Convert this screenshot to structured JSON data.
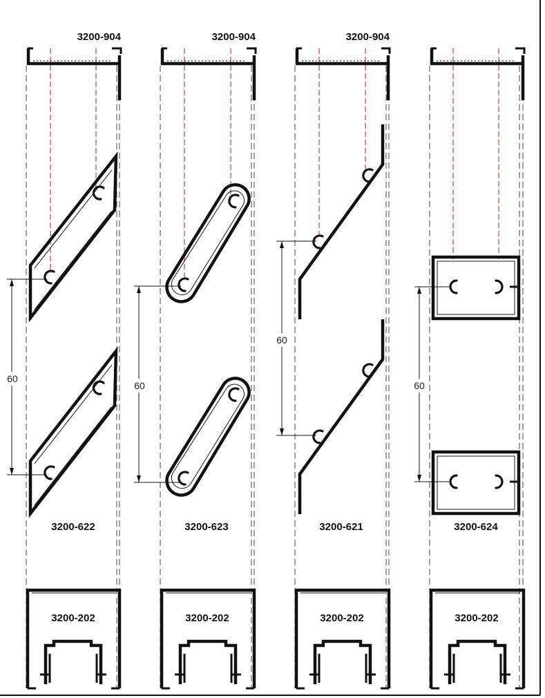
{
  "frame": {
    "border_color": "#111111",
    "hidden_line_color": "#d21a1a"
  },
  "columns": [
    {
      "top_label": "3200-904",
      "profile_label": "3200-622",
      "bottom_label": "3200-202",
      "dimension": "60"
    },
    {
      "top_label": "3200-904",
      "profile_label": "3200-623",
      "bottom_label": "3200-202",
      "dimension": "60"
    },
    {
      "top_label": "3200-904",
      "profile_label": "3200-621",
      "bottom_label": "3200-202",
      "dimension": "60"
    },
    {
      "top_label": "",
      "profile_label": "3200-624",
      "bottom_label": "3200-202",
      "dimension": "60"
    }
  ]
}
